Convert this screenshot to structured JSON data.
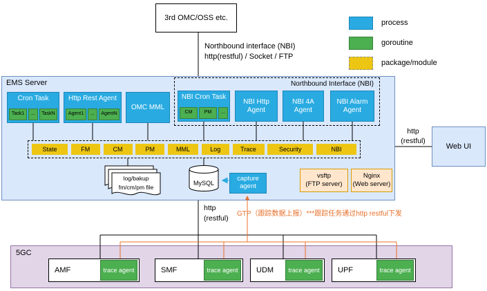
{
  "top": {
    "omc_label": "3rd OMC/OSS etc.",
    "nbi_line1": "Northbound interface (NBI)",
    "nbi_line2": "http(restful) / Socket / FTP"
  },
  "legend": {
    "process": "process",
    "goroutine": "goroutine",
    "package": "package/module"
  },
  "ems": {
    "title": "EMS Server",
    "cron_task": "Cron Task",
    "cron_children": [
      "Task1",
      "...",
      "TaskN"
    ],
    "http_rest_agent": "Http Rest Agent",
    "agent_children": [
      "Agent1",
      "...",
      "AgentN"
    ],
    "omc_mml": "OMC MML",
    "nbi_title": "Northbound Interface (NBI)",
    "nbi_cron_task": "NBI Cron Task",
    "nbi_cron_children": [
      "CM",
      "PM",
      "..."
    ],
    "nbi_http_agent": "NBI Http Agent",
    "nbi_4a_agent": "NBI 4A Agent",
    "nbi_alarm_agent": "NBI Alarm Agent",
    "modules": [
      "State",
      "FM",
      "CM",
      "PM",
      "MML",
      "Log",
      "Trace",
      "Security",
      "NBI"
    ],
    "files_line1": "log/bakup",
    "files_line2": "fm/cm/pm file",
    "database": "MySQL",
    "capture_agent": "capture agent",
    "vsftp_line1": "vsftp",
    "vsftp_line2": "(FTP server)",
    "nginx_line1": "Nginx",
    "nginx_line2": "(Web server)"
  },
  "right": {
    "web_ui": "Web UI",
    "http_line1": "http",
    "http_line2": "(restful)"
  },
  "middle": {
    "http_line1": "http",
    "http_line2": "(restful)",
    "gtp_note": "GTP（跟踪数据上报）***跟踪任务通过http restful下发"
  },
  "fivegc": {
    "title": "5GC",
    "nodes": [
      {
        "name": "AMF",
        "agent": "trace agent"
      },
      {
        "name": "SMF",
        "agent": "trace agent"
      },
      {
        "name": "UDM",
        "agent": "trace agent"
      },
      {
        "name": "UPF",
        "agent": "trace agent"
      }
    ]
  },
  "colors": {
    "process_blue": "#29abe2",
    "goroutine_green": "#4caf50",
    "package_yellow": "#edc613",
    "ems_fill": "#dae8fc",
    "fivegc_fill": "#e1d5e7",
    "server_tan": "#ffe6cc",
    "orange": "#e8702a"
  }
}
